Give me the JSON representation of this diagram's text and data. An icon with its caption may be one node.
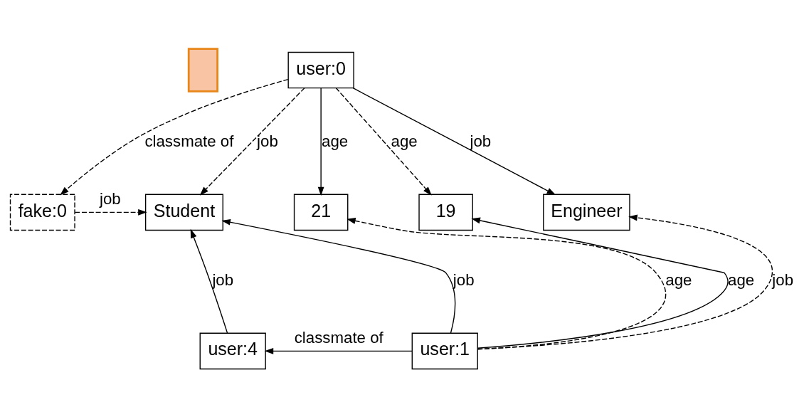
{
  "diagram": {
    "nodes": [
      {
        "text": [],
        "shape": "box"
      },
      {
        "text": [
          "user:0"
        ]
      },
      {
        "text": [
          "fake:0"
        ]
      },
      {
        "text": [
          "Student"
        ]
      },
      {
        "text": [
          "21"
        ]
      },
      {
        "text": [
          "19"
        ]
      },
      {
        "text": [
          "Engineer"
        ]
      },
      {
        "text": [
          "user:4"
        ]
      },
      {
        "text": [
          "user:1"
        ]
      }
    ],
    "edges": [
      {
        "from": 1,
        "to": 2,
        "arrow": "to",
        "label": "classmate of",
        "style": "dashed"
      },
      {
        "from": 1,
        "to": 3,
        "arrow": "to",
        "label": "job",
        "style": "dashed"
      },
      {
        "from": 1,
        "to": 4,
        "arrow": "to",
        "label": "age"
      },
      {
        "from": 1,
        "to": 5,
        "arrow": "to",
        "label": "age",
        "style": "dashed"
      },
      {
        "from": 1,
        "to": 6,
        "arrow": "to",
        "label": "job"
      },
      {
        "from": 2,
        "to": 3,
        "arrow": "to",
        "label": "job",
        "style": "dashed"
      },
      {
        "from": 8,
        "to": 3,
        "arrow": "to",
        "label": "job"
      },
      {
        "from": 8,
        "to": 4,
        "arrow": "to",
        "label": "age",
        "style": "dashed"
      },
      {
        "from": 8,
        "to": 5,
        "arrow": "to",
        "label": "age"
      },
      {
        "from": 8,
        "to": 6,
        "arrow": "to",
        "label": "job",
        "style": "dashed"
      },
      {
        "from": 8,
        "to": 7,
        "arrow": "to",
        "label": "classmate of"
      },
      {
        "from": 7,
        "to": 3,
        "arrow": "to",
        "label": "job"
      }
    ]
  }
}
